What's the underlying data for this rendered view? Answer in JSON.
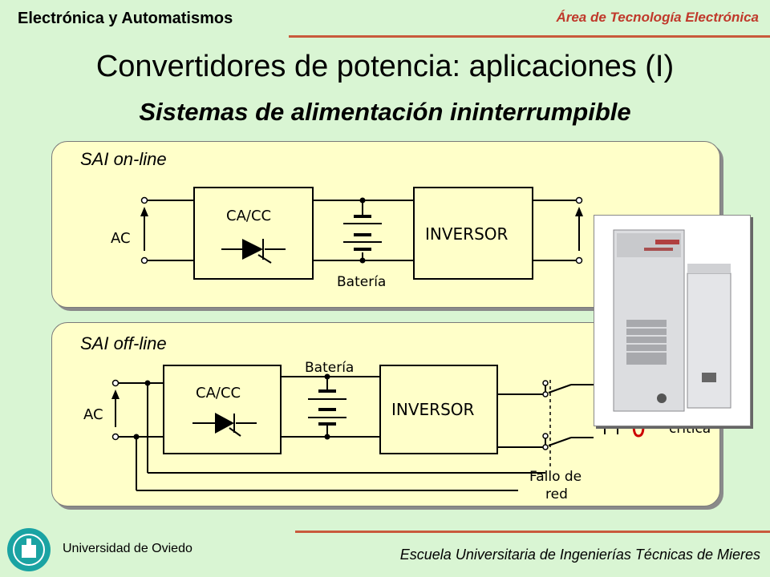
{
  "header": {
    "course": "Electrónica y Automatismos",
    "area": "Área de Tecnología Electrónica"
  },
  "title": "Convertidores de potencia: aplicaciones (I)",
  "subtitle": "Sistemas de alimentación ininterrumpible",
  "online": {
    "label": "SAI on-line",
    "ac": "AC",
    "rectifier": "CA/CC",
    "battery": "Batería",
    "inverter": "INVERSOR"
  },
  "offline": {
    "label": "SAI off-line",
    "ac": "AC",
    "rectifier": "CA/CC",
    "battery": "Batería",
    "inverter": "INVERSOR",
    "fault_line1": "Fallo de",
    "fault_line2": "red",
    "load_partial": "crítica"
  },
  "footer": {
    "university": "Universidad de Oviedo",
    "school": "Escuela Universitaria de Ingenierías Técnicas de Mieres"
  },
  "colors": {
    "background": "#d9f5d3",
    "panel": "#ffffc9",
    "accent_line": "#c95a3c",
    "area_text": "#c0392b",
    "logo": "#1aa3a3"
  }
}
